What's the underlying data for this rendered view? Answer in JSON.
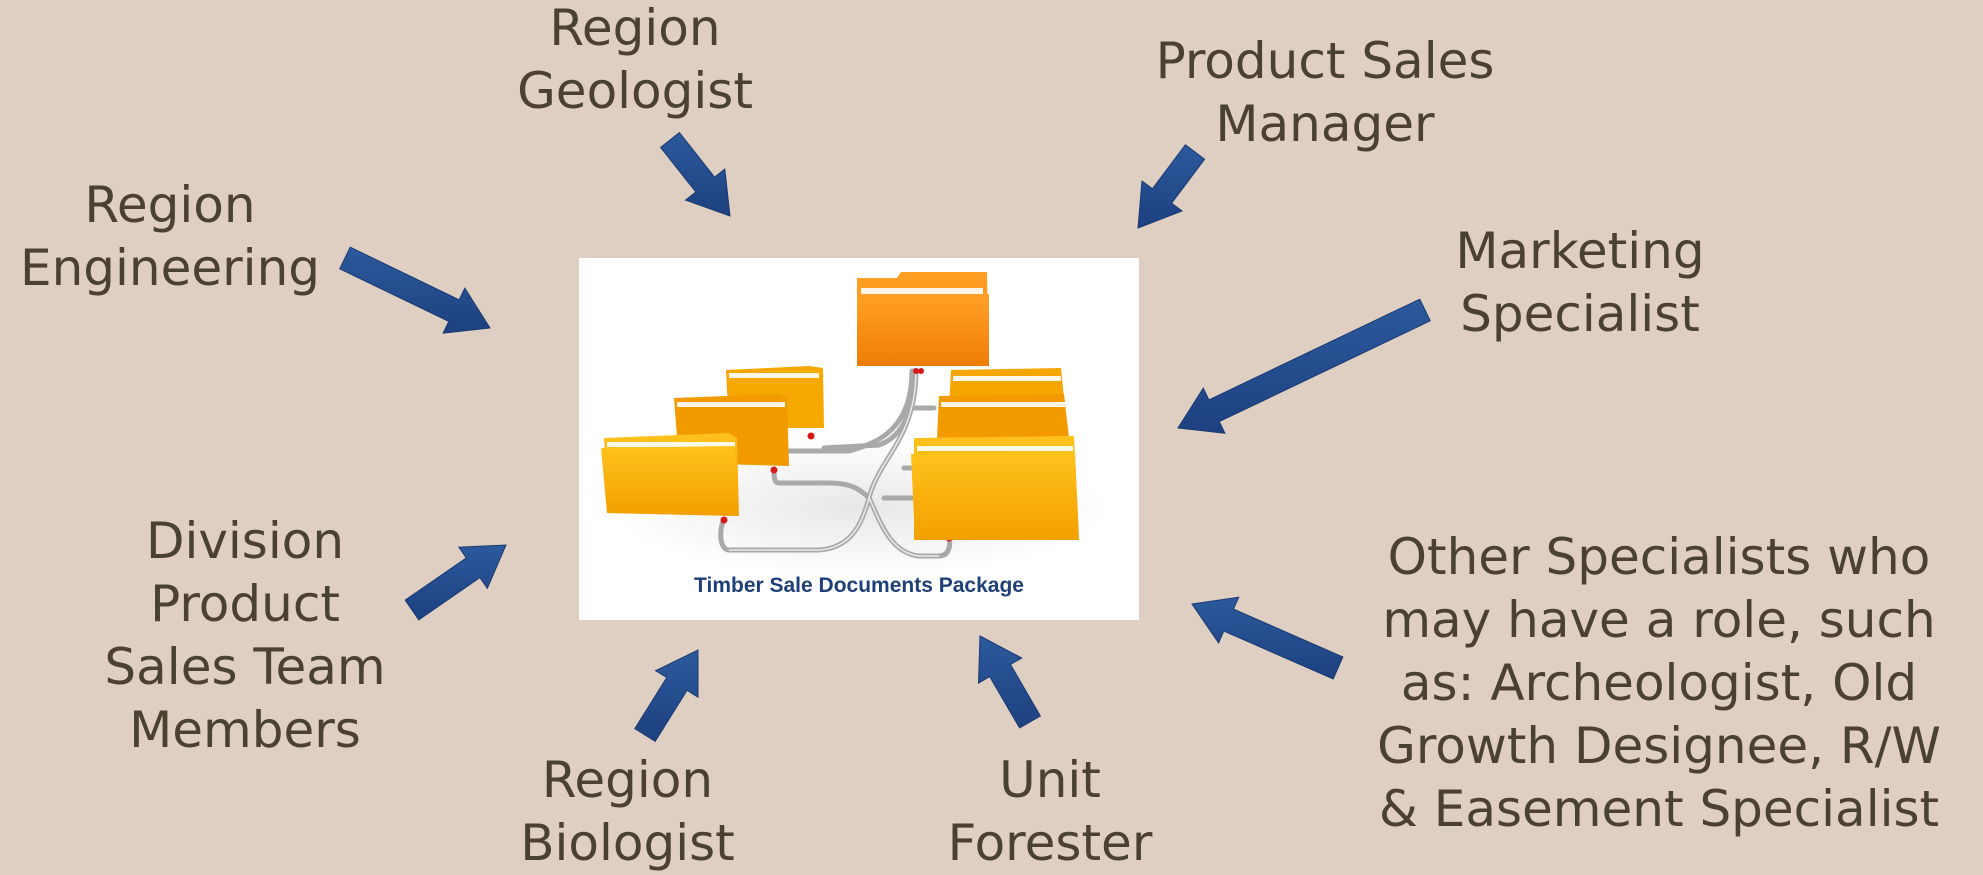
{
  "center": {
    "caption": "Timber Sale Documents Package"
  },
  "labels": {
    "region_geologist": [
      "Region",
      "Geologist"
    ],
    "product_sales_manager": [
      "Product Sales",
      "Manager"
    ],
    "region_engineering": [
      "Region",
      "Engineering"
    ],
    "marketing_specialist": [
      "Marketing",
      "Specialist"
    ],
    "division_product_sales": [
      "Division",
      "Product",
      "Sales Team",
      "Members"
    ],
    "other_specialists": [
      "Other Specialists who",
      "may have a role, such",
      "as: Archeologist, Old",
      "Growth Designee, R/W",
      "& Easement Specialist"
    ],
    "region_biologist": [
      "Region",
      "Biologist"
    ],
    "unit_forester": [
      "Unit",
      "Forester"
    ]
  },
  "colors": {
    "background": "#decfc2",
    "text": "#4a4130",
    "arrow": "#244d8c",
    "caption": "#1f3f78"
  },
  "icons": [
    "folder-icon",
    "arrow-icon"
  ]
}
